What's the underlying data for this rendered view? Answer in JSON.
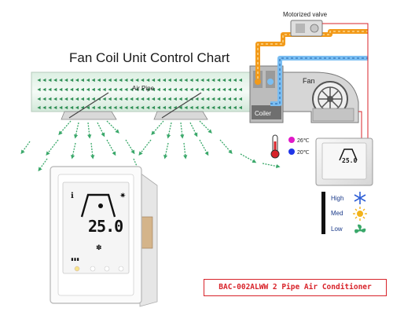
{
  "title": "Fan Coil Unit Control Chart",
  "labels": {
    "motorized_valve": "Motorized valve",
    "air_pipe": "Air Pipe",
    "fan": "Fan",
    "coiler": "Coiler"
  },
  "temperatures": {
    "hot": "26℃",
    "cold": "20℃",
    "hot_color": "#e019c8",
    "cold_color": "#1f35e8"
  },
  "fan_speeds": [
    "High",
    "Med",
    "Low"
  ],
  "thermostat_display": "25.0",
  "product_name": "BAC-002ALWW 2 Pipe Air Conditioner",
  "colors": {
    "warm_pipe": "#f29a1a",
    "cool_pipe": "#7bbef2",
    "airflow": "#3aa86a",
    "wire": "#d8232a",
    "accent_red": "#d8232a"
  },
  "icons": {
    "mode_icons": [
      "snowflake-icon",
      "sun-icon",
      "fan-icon"
    ],
    "thermometer": "thermometer-icon"
  }
}
